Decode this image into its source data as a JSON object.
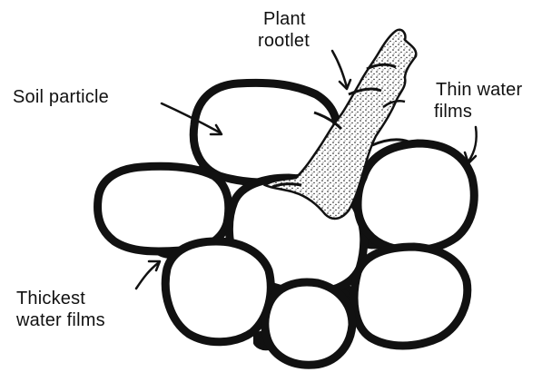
{
  "labels": {
    "plant_rootlet": {
      "line1": "Plant",
      "line2": "rootlet"
    },
    "soil_particle": "Soil particle",
    "thin_water_films": {
      "line1": "Thin water",
      "line2": "films"
    },
    "thickest_water_films": {
      "line1": "Thickest",
      "line2": "water films"
    }
  },
  "colors": {
    "ink": "#111111",
    "background": "#ffffff",
    "rootlet_fill": "#d9d9d9"
  },
  "icons": {
    "arrow": "curved-arrow"
  }
}
